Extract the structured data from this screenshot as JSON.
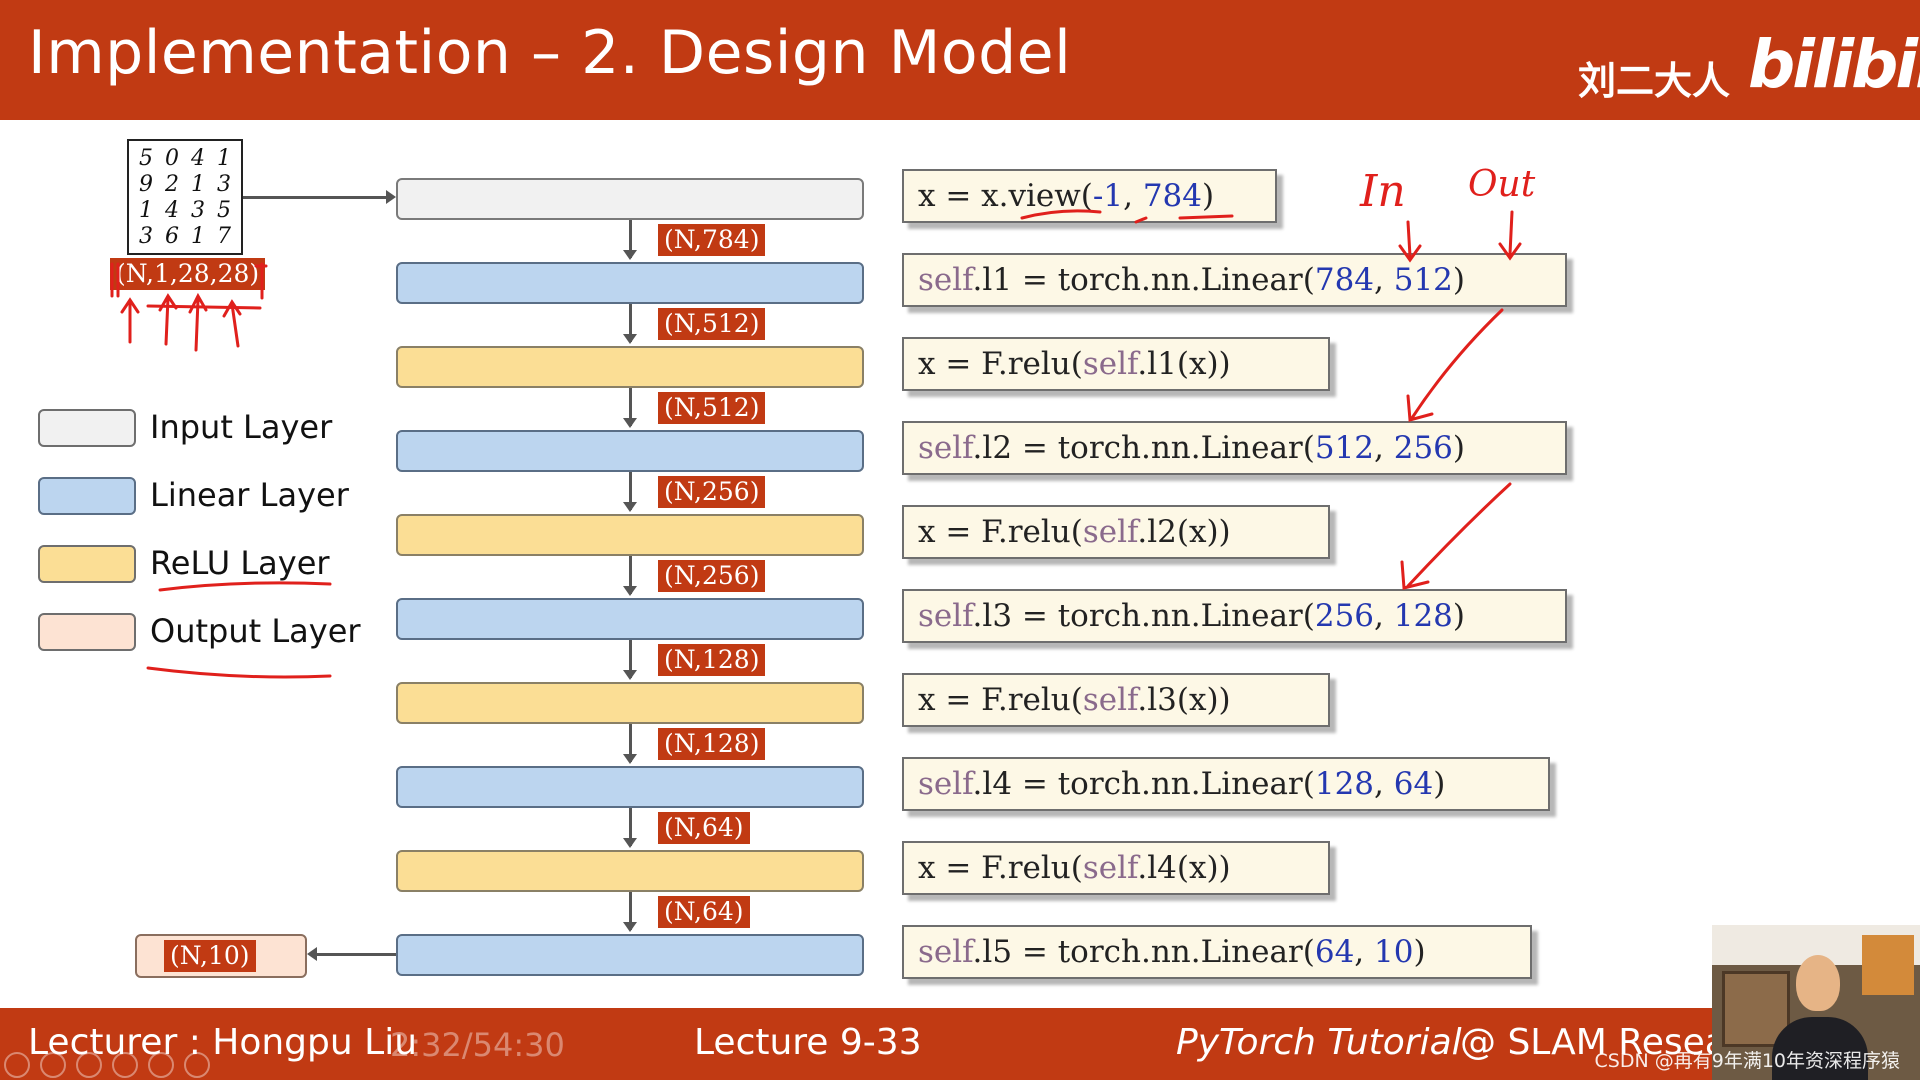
{
  "header": {
    "title": "Implementation – 2. Design Model",
    "brand": "刘二大人",
    "logo": "bilibili",
    "background": "#c13a13"
  },
  "diagram": {
    "input_image_digits": [
      "5",
      "0",
      "4",
      "1",
      "9",
      "2",
      "1",
      "3",
      "1",
      "4",
      "3",
      "5",
      "3",
      "6",
      "1",
      "7"
    ],
    "input_shape": "(N,1,28,28)",
    "shapes": [
      "(N,784)",
      "(N,512)",
      "(N,512)",
      "(N,256)",
      "(N,256)",
      "(N,128)",
      "(N,128)",
      "(N,64)",
      "(N,64)"
    ],
    "output_shape": "(N,10)",
    "layer_sequence": [
      "input",
      "linear",
      "relu",
      "linear",
      "relu",
      "linear",
      "relu",
      "linear",
      "relu",
      "linear"
    ]
  },
  "legend": [
    {
      "label": "Input Layer",
      "color": "#f1f1f1"
    },
    {
      "label": "Linear Layer",
      "color": "#bcd5ef"
    },
    {
      "label": "ReLU Layer",
      "color": "#fbde95"
    },
    {
      "label": "Output Layer",
      "color": "#fde3d3"
    }
  ],
  "code": {
    "view_prefix": "x = x.view(",
    "view_arg1": "-1",
    "view_sep": ", ",
    "view_arg2": "784",
    "view_suffix": ")",
    "linear": [
      {
        "name": "self.l1 = torch.nn.Linear(",
        "in": "784",
        "out": "512"
      },
      {
        "name": "self.l2 = torch.nn.Linear(",
        "in": "512",
        "out": "256"
      },
      {
        "name": "self.l3 = torch.nn.Linear(",
        "in": "256",
        "out": "128"
      },
      {
        "name": "self.l4 = torch.nn.Linear(",
        "in": "128",
        "out": "64"
      },
      {
        "name": "self.l5 = torch.nn.Linear(",
        "in": "64",
        "out": "10"
      }
    ],
    "relu": [
      "x = F.relu(self.l1(x))",
      "x = F.relu(self.l2(x))",
      "x = F.relu(self.l3(x))",
      "x = F.relu(self.l4(x))"
    ]
  },
  "annotations": {
    "in_label": "In",
    "out_label": "Out",
    "ink_color": "#e0201c"
  },
  "footer": {
    "lecturer": "Lecturer : Hongpu Liu",
    "time": "2:32/54:30",
    "lecture": "Lecture 9-33",
    "course": "PyTorch Tutorial",
    "course_suffix": "@ SLAM Resea",
    "watermark": "CSDN @再有9年满10年资深程序猿"
  }
}
